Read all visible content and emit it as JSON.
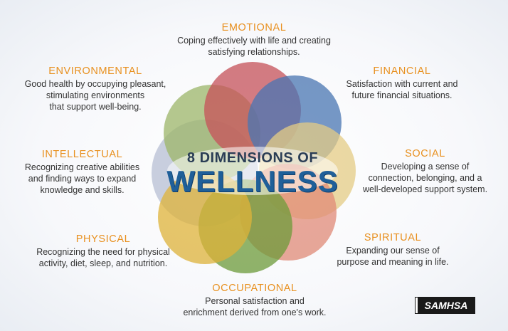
{
  "center": {
    "line1": "8 DIMENSIONS OF",
    "line2": "WELLNESS"
  },
  "dimensions": {
    "emotional": {
      "title": "EMOTIONAL",
      "text": "Coping effectively with life and creating\nsatisfying relationships.",
      "color": "#c9525a"
    },
    "financial": {
      "title": "FINANCIAL",
      "text": "Satisfaction with current and\nfuture financial situations.",
      "color": "#4a77b4"
    },
    "social": {
      "title": "SOCIAL",
      "text": "Developing a sense of\nconnection, belonging, and a\nwell-developed support system.",
      "color": "#e8cf86"
    },
    "spiritual": {
      "title": "SPIRITUAL",
      "text": "Expanding our sense of\npurpose and meaning in life.",
      "color": "#e48c78"
    },
    "occupational": {
      "title": "OCCUPATIONAL",
      "text": "Personal satisfaction and\nenrichment derived from one's work.",
      "color": "#6f9e3a"
    },
    "physical": {
      "title": "PHYSICAL",
      "text": "Recognizing the need for physical\nactivity, diet, sleep, and nutrition.",
      "color": "#e3b63a"
    },
    "intellectual": {
      "title": "INTELLECTUAL",
      "text": "Recognizing creative abilities\nand finding ways to expand\nknowledge and skills.",
      "color": "#b9c2d6"
    },
    "environmental": {
      "title": "ENVIRONMENTAL",
      "text": "Good health by occupying pleasant,\nstimulating environments\nthat support well-being.",
      "color": "#9fb86a"
    }
  },
  "logo": "SAMHSA"
}
